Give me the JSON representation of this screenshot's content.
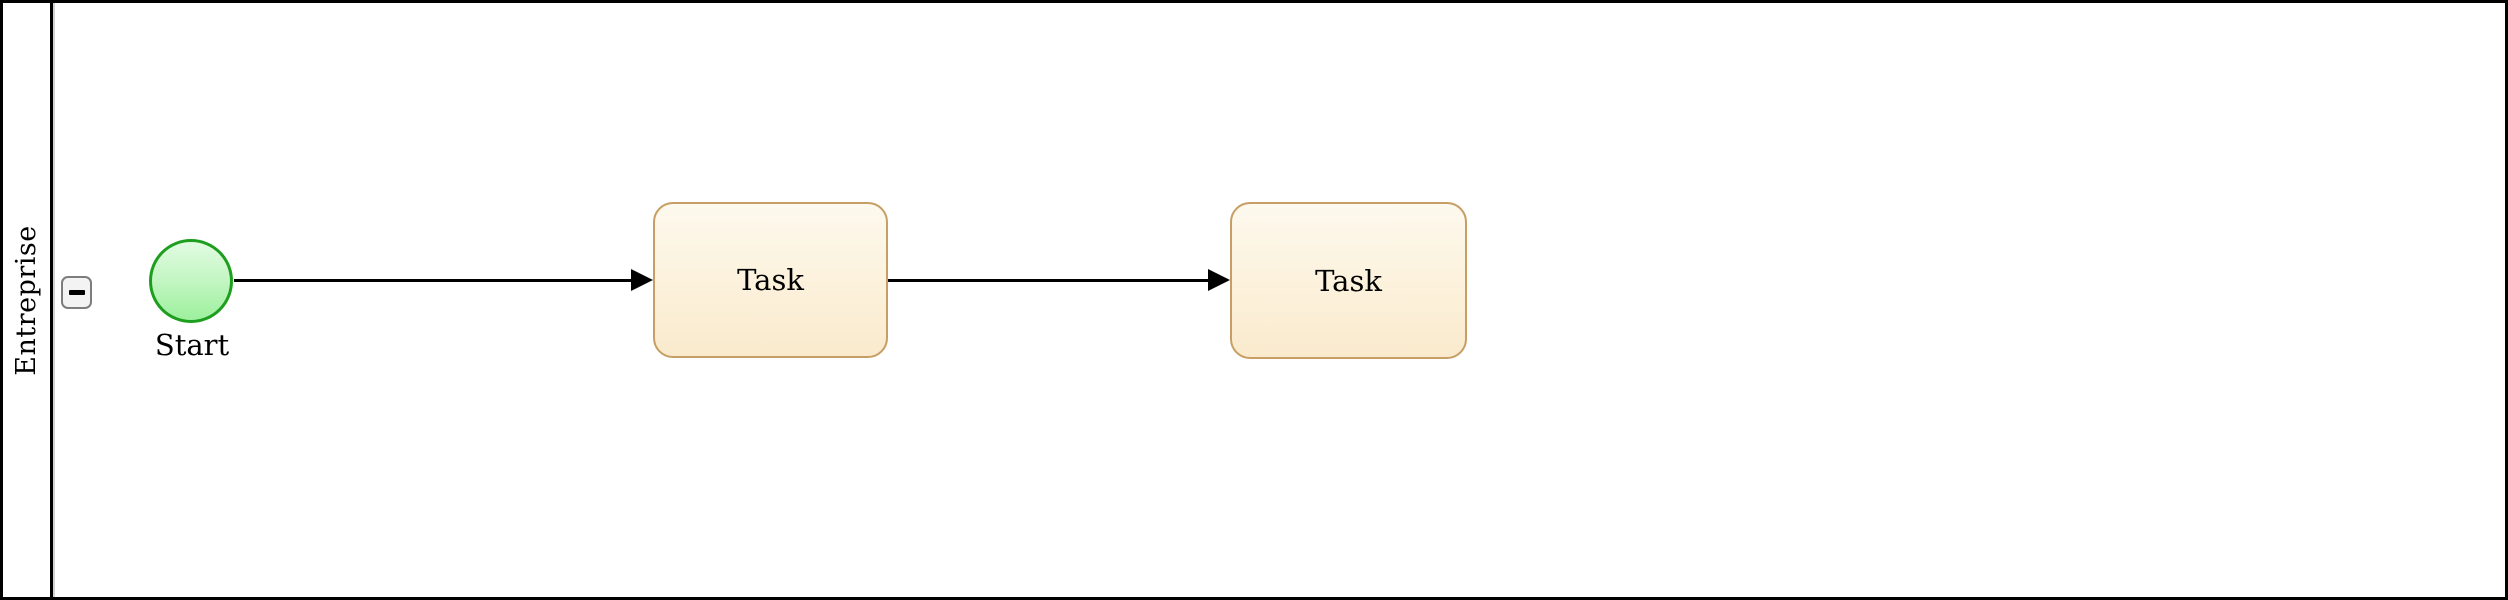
{
  "diagram": {
    "type": "bpmn-process",
    "pool": {
      "label": "Entreprise",
      "collapse_icon": "minus",
      "collapsed": false
    },
    "nodes": [
      {
        "id": "start",
        "type": "start-event",
        "label": "Start"
      },
      {
        "id": "task1",
        "type": "task",
        "label": "Task"
      },
      {
        "id": "task2",
        "type": "task",
        "label": "Task"
      }
    ],
    "edges": [
      {
        "from": "start",
        "to": "task1",
        "type": "sequence-flow"
      },
      {
        "from": "task1",
        "to": "task2",
        "type": "sequence-flow"
      }
    ],
    "colors": {
      "canvas_background": "#ffffff",
      "pool_border": "#000000",
      "start_event_border": "#1e9e1e",
      "start_event_fill_top": "#e2fbe2",
      "start_event_fill_bottom": "#9df09d",
      "task_border": "#c79e63",
      "task_fill_top": "#fdf9ee",
      "task_fill_bottom": "#faeacd",
      "connector": "#000000",
      "collapse_button_border": "#7d7d7d",
      "collapse_button_fill": "#f3f3f3"
    }
  }
}
